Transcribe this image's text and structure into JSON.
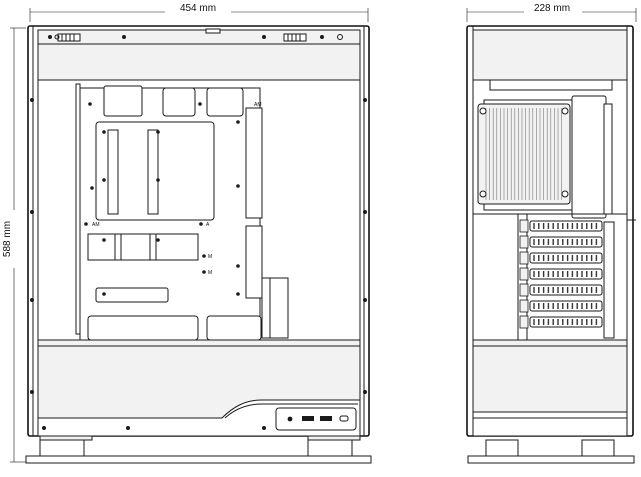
{
  "dimensions": {
    "width_label": "454 mm",
    "height_label": "588 mm",
    "depth_label": "228 mm"
  },
  "mount_labels": {
    "m1": "M",
    "m2": "M",
    "am": "AM",
    "a": "A"
  },
  "colors": {
    "line": "#1a1a1a",
    "panel_fill": "#f2f2f2",
    "background": "#ffffff"
  }
}
